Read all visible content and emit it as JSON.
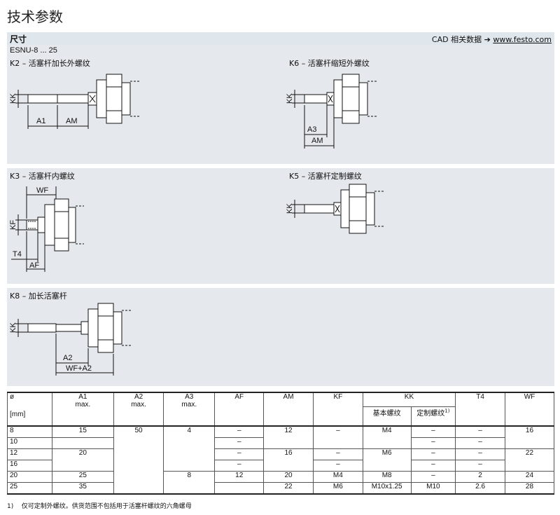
{
  "page": {
    "title": "技术参数",
    "section_title": "尺寸",
    "cad_text": "CAD 相关数据",
    "cad_arrow": "➔",
    "cad_url": "www.festo.com",
    "model_range": "ESNU-8 ... 25"
  },
  "variants": [
    {
      "label": "K2 – 活塞杆加长外螺纹",
      "dims": [
        "KK",
        "A1",
        "AM"
      ]
    },
    {
      "label": "K6 – 活塞杆缩短外螺纹",
      "dims": [
        "KK",
        "A3",
        "AM"
      ]
    },
    {
      "label": "K3 – 活塞杆内螺纹",
      "dims": [
        "WF",
        "KF",
        "T4",
        "AF"
      ]
    },
    {
      "label": "K5 – 活塞杆定制螺纹",
      "dims": [
        "KK"
      ]
    },
    {
      "label": "K8 – 加长活塞杆",
      "dims": [
        "KK",
        "A2",
        "WF+A2"
      ]
    }
  ],
  "table": {
    "headers": {
      "diameter": "ø",
      "unit": "[mm]",
      "A1": "A1",
      "A1_sub": "max.",
      "A2": "A2",
      "A2_sub": "max.",
      "A3": "A3",
      "A3_sub": "max.",
      "AF": "AF",
      "AM": "AM",
      "KF": "KF",
      "KK": "KK",
      "KK_basic": "基本螺纹",
      "KK_custom": "定制螺纹",
      "KK_custom_note": "1)",
      "T4": "T4",
      "WF": "WF"
    },
    "rows": [
      {
        "d": "8",
        "A1": "15",
        "A3": "4",
        "AF": "–",
        "AM": "12",
        "KF": "–",
        "KK_basic": "M4",
        "KK_custom": "–",
        "T4": "–",
        "WF": "16"
      },
      {
        "d": "10",
        "AF": "–",
        "KF": "",
        "KK_custom": "–",
        "T4": "–"
      },
      {
        "d": "12",
        "A1": "20",
        "AF": "–",
        "AM": "16",
        "KF": "–",
        "KK_basic": "M6",
        "KK_custom": "–",
        "T4": "–",
        "WF": "22"
      },
      {
        "d": "16",
        "AF": "–",
        "KF": "–",
        "KK_custom": "–",
        "T4": "–"
      },
      {
        "d": "20",
        "A1": "25",
        "A3": "8",
        "AF": "12",
        "AM": "20",
        "KF": "M4",
        "KK_basic": "M8",
        "KK_custom": "–",
        "T4": "2",
        "WF": "24"
      },
      {
        "d": "25",
        "A1": "35",
        "AM": "22",
        "KF": "M6",
        "KK_basic": "M10x1.25",
        "KK_custom": "M10",
        "T4": "2.6",
        "WF": "28"
      }
    ],
    "A2_value": "50"
  },
  "footnote": {
    "marker": "1)",
    "text": "仅可定制外螺纹。供货范围不包括用于活塞杆螺纹的六角螺母"
  }
}
